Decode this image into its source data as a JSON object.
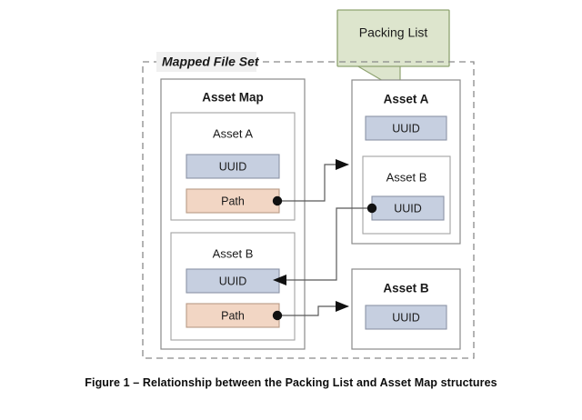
{
  "figure": {
    "caption": "Figure 1 – Relationship between the Packing List and Asset Map structures",
    "background_color": "#ffffff"
  },
  "callout": {
    "label": "Packing List",
    "fill_color": "#dde5cd",
    "border_color": "#8fa371",
    "points_to": "asset-a-packing-list"
  },
  "mapped_file_set": {
    "label": "Mapped File Set",
    "border_style": "dashed",
    "border_color": "#808080",
    "label_background": "#f0f0f0"
  },
  "asset_map": {
    "title": "Asset Map",
    "border_color": "#808080",
    "entries": [
      {
        "title": "Asset A",
        "fields": [
          {
            "label": "UUID",
            "fill_color": "#c6cfe0",
            "border_color": "#8b93a5"
          },
          {
            "label": "Path",
            "fill_color": "#f2d6c4",
            "border_color": "#b99a86"
          }
        ]
      },
      {
        "title": "Asset B",
        "fields": [
          {
            "label": "UUID",
            "fill_color": "#c6cfe0",
            "border_color": "#8b93a5"
          },
          {
            "label": "Path",
            "fill_color": "#f2d6c4",
            "border_color": "#b99a86"
          }
        ]
      }
    ]
  },
  "packing_list": {
    "items": [
      {
        "title": "Asset A",
        "fields": [
          {
            "label": "UUID",
            "fill_color": "#c6cfe0",
            "border_color": "#8b93a5"
          }
        ],
        "nested": {
          "title": "Asset B",
          "fields": [
            {
              "label": "UUID",
              "fill_color": "#c6cfe0",
              "border_color": "#8b93a5"
            }
          ]
        }
      },
      {
        "title": "Asset B",
        "fields": [
          {
            "label": "UUID",
            "fill_color": "#c6cfe0",
            "border_color": "#8b93a5"
          }
        ]
      }
    ]
  },
  "connectors": [
    {
      "name": "asset-a-path-to-asset-a",
      "from": "asset-map-asset-a-path",
      "to": "packing-list-asset-a",
      "source_marker": "dot",
      "target_marker": "arrow",
      "color": "#595959"
    },
    {
      "name": "packing-asset-b-uuid-to-asset-map-asset-b-uuid",
      "from": "packing-list-asset-a-nested-asset-b-uuid",
      "to": "asset-map-asset-b-uuid",
      "source_marker": "dot",
      "target_marker": "arrow",
      "color": "#595959"
    },
    {
      "name": "asset-b-path-to-asset-b",
      "from": "asset-map-asset-b-path",
      "to": "packing-list-asset-b",
      "source_marker": "dot",
      "target_marker": "arrow",
      "color": "#595959"
    }
  ]
}
